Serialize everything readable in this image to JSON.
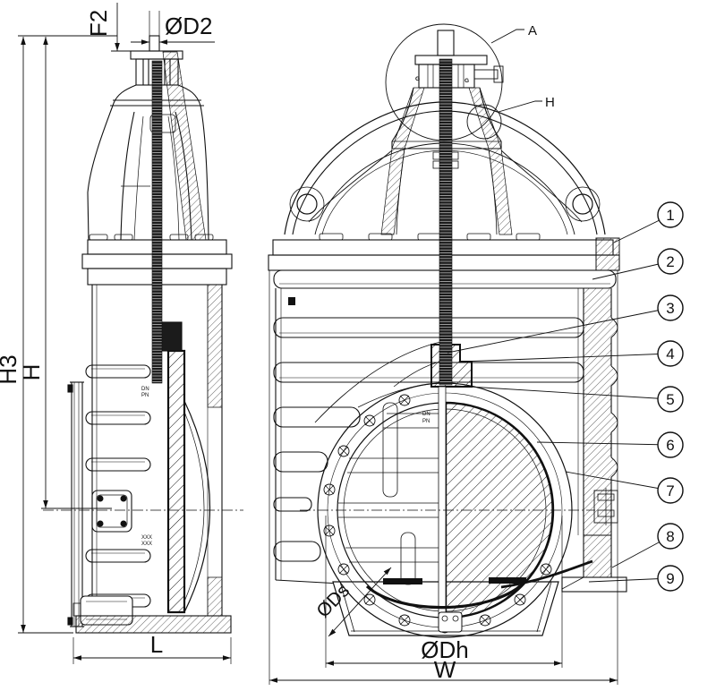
{
  "drawing": {
    "type": "gate-valve-sectional-technical-drawing",
    "labels": {
      "f2": "F2",
      "d2": "ØD2",
      "h3": "H3",
      "h": "H",
      "l": "L",
      "dh": "ØDh",
      "w": "W",
      "ds": "ØDs",
      "detail_a": "A",
      "detail_h": "H",
      "g1": "G",
      "g2": "G"
    },
    "balloons": [
      "1",
      "2",
      "3",
      "4",
      "5",
      "6",
      "7",
      "8",
      "9"
    ],
    "marks": {
      "m1": "DN",
      "m2": "PN",
      "m3": "XXX",
      "m4": "XXX"
    },
    "colors": {
      "line": "#111111",
      "background": "#ffffff"
    }
  }
}
